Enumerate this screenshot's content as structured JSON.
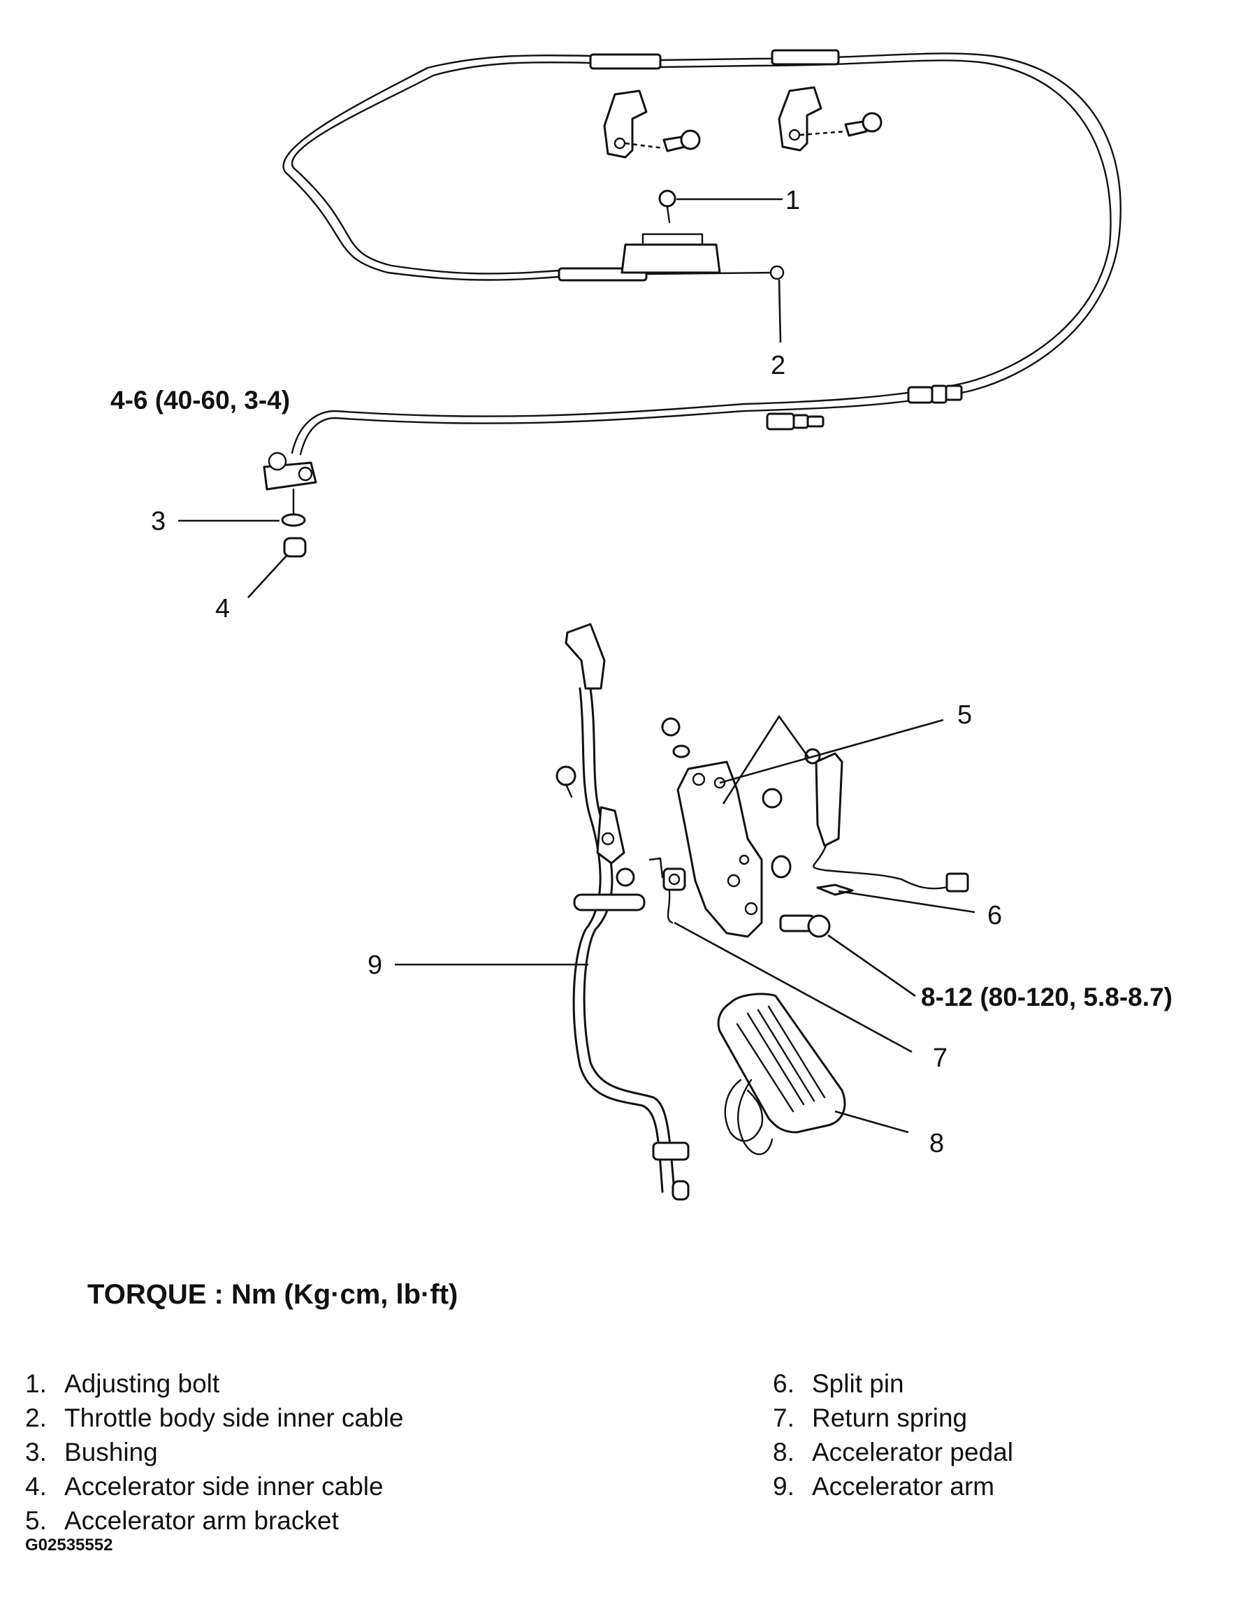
{
  "callouts": {
    "c1": "1",
    "c2": "2",
    "c3": "3",
    "c4": "4",
    "c5": "5",
    "c6": "6",
    "c7": "7",
    "c8": "8",
    "c9": "9"
  },
  "torque_labels": {
    "cable_nut": "4-6 (40-60, 3-4)",
    "bracket_bolt": "8-12 (80-120, 5.8-8.7)"
  },
  "torque_heading": "TORQUE : Nm (Kg·cm, lb·ft)",
  "legend": {
    "left": [
      {
        "num": "1.",
        "label": "Adjusting bolt"
      },
      {
        "num": "2.",
        "label": "Throttle body side inner cable"
      },
      {
        "num": "3.",
        "label": "Bushing"
      },
      {
        "num": "4.",
        "label": "Accelerator side inner cable"
      },
      {
        "num": "5.",
        "label": "Accelerator arm bracket"
      }
    ],
    "right": [
      {
        "num": "6.",
        "label": "Split pin"
      },
      {
        "num": "7.",
        "label": "Return spring"
      },
      {
        "num": "8.",
        "label": "Accelerator pedal"
      },
      {
        "num": "9.",
        "label": "Accelerator arm"
      }
    ]
  },
  "figure_code": "G02535552",
  "colors": {
    "ink": "#111111",
    "background": "#ffffff"
  }
}
